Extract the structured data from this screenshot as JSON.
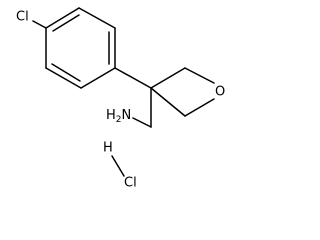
{
  "molecule": {
    "labels": {
      "chlorine_aryl": "Cl",
      "oxygen": "O",
      "amine": "H2N",
      "hcl_hydrogen": "H",
      "hcl_chlorine": "Cl"
    }
  }
}
